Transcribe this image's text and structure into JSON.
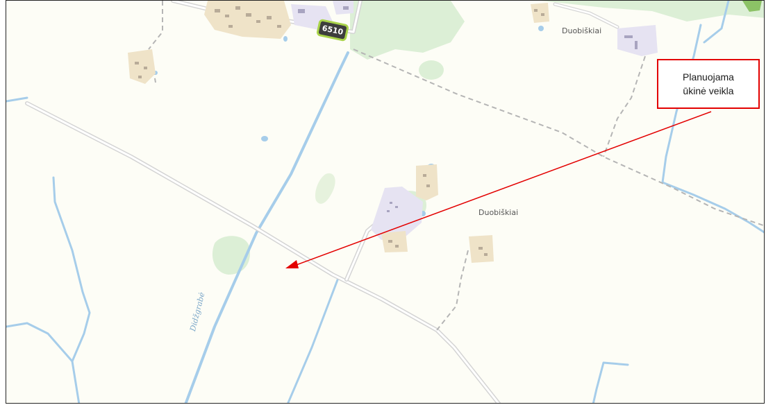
{
  "map": {
    "places": {
      "village_top": "Duobiškiai",
      "village_mid": "Duobiškiai"
    },
    "stream_name": "Didžgrabė",
    "road_number": "6510",
    "colors": {
      "background": "#fdfdf6",
      "water": "#a6cdea",
      "forest": "#dcefd6",
      "buildings_residential": "#efe3c8",
      "buildings_farm": "#e6e3f2",
      "road": "#e0e0e0",
      "track": "#b5b5b5",
      "road_badge": "#a9d34a",
      "callout": "#e30000"
    }
  },
  "callout": {
    "line1": "Planuojama",
    "line2": "ūkinė veikla"
  }
}
